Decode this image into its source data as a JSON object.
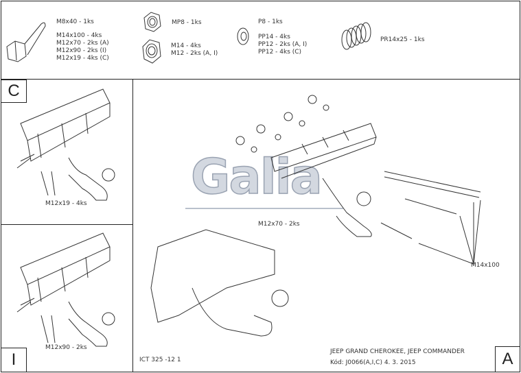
{
  "parts": {
    "bolts": [
      "M8x40 - 1ks",
      "M14x100 - 4ks",
      "M12x70 - 2ks (A)",
      "M12x90 - 2ks (I)",
      "M12x19 - 4ks (C)"
    ],
    "nuts_lock": "MP8 - 1ks",
    "nuts": [
      "M14 - 4ks",
      "M12 - 2ks (A, I)"
    ],
    "washers": [
      "P8 - 1ks",
      "PP14 - 4ks",
      "PP12 - 2ks (A, I)",
      "PP12 - 4ks (C)"
    ],
    "spring": "PR14x25 - 1ks"
  },
  "views": {
    "c": {
      "letter": "C",
      "callout": "M12x19 - 4ks"
    },
    "i": {
      "letter": "I",
      "callout": "M12x90 - 2ks"
    },
    "a": {
      "letter": "A",
      "callout_bolt": "M12x70 - 2ks",
      "callout_main": "M14x100"
    }
  },
  "footer": {
    "drawing_no": "ICT 325 -12 1",
    "vehicle": "JEEP GRAND CHEROKEE, JEEP COMMANDER",
    "code": "Kód: J0066(A,I,C)  4. 3. 2015"
  },
  "logo": "Galia"
}
